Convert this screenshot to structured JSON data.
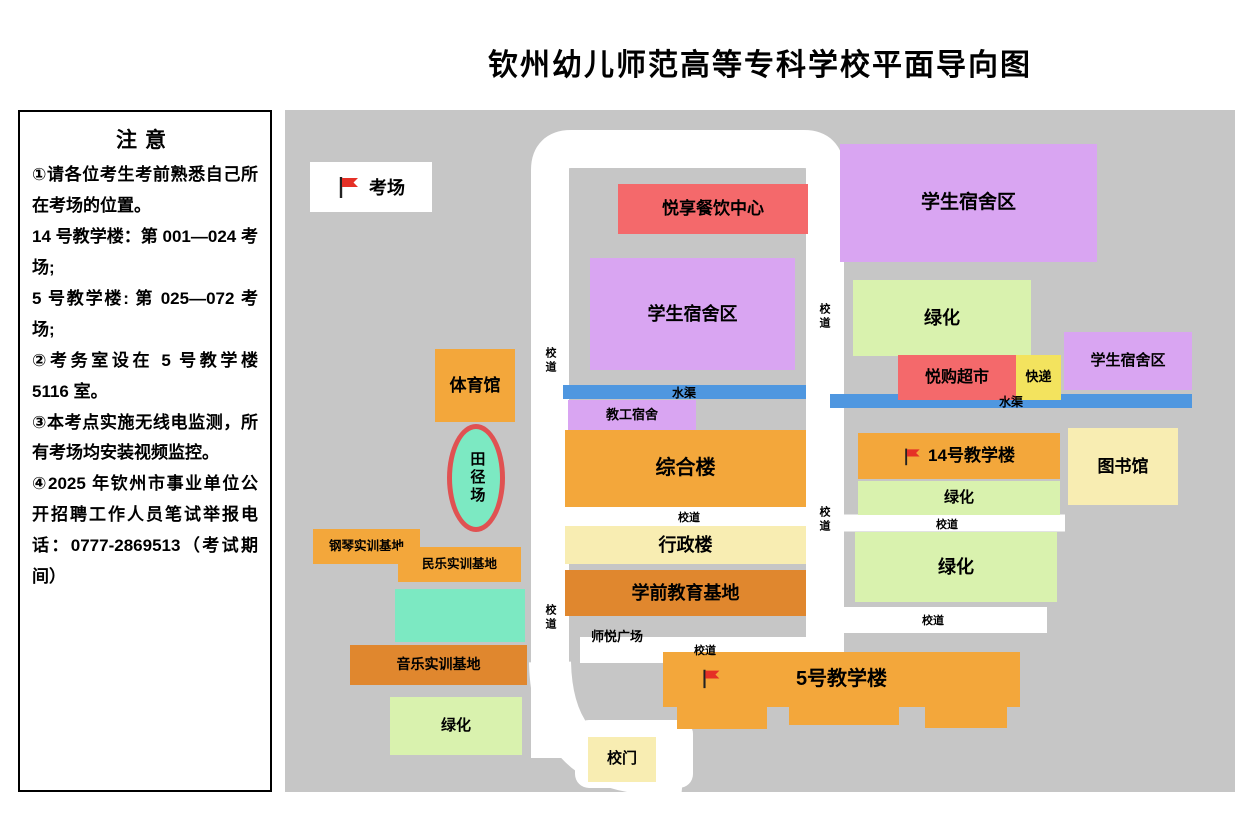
{
  "title": "钦州幼儿师范高等专科学校平面导向图",
  "notice": {
    "heading": "注意",
    "items": [
      "①请各位考生考前熟悉自己所在考场的位置。",
      "14 号教学楼：第 001—024 考场;",
      "5 号教学楼: 第 025—072 考场;",
      "②考务室设在 5 号教学楼 5116 室。",
      "③本考点实施无线电监测，所有考场均安装视频监控。",
      "④2025 年钦州市事业单位公开招聘工作人员笔试举报电话：0777-2869513（考试期间）"
    ]
  },
  "map": {
    "legend_flag_label": "考场",
    "road_label": "校道",
    "water_label": "水渠",
    "buildings": {
      "dining": "悦享餐饮中心",
      "student_dorm": "学生宿舍区",
      "green": "绿化",
      "supermarket": "悦购超市",
      "express": "快递",
      "staff_dorm": "教工宿舍",
      "gym": "体育馆",
      "track": "田径场",
      "complex": "综合楼",
      "teaching14": "14号教学楼",
      "library": "图书馆",
      "admin": "行政楼",
      "preschool_base": "学前教育基地",
      "piano_base": "钢琴实训基地",
      "folk_base": "民乐实训基地",
      "music_base": "音乐实训基地",
      "teaching5": "5号教学楼",
      "gate": "校门",
      "plaza": "师悦广场"
    }
  },
  "colors": {
    "map-bg": "#c6c6c6",
    "road": "#ffffff",
    "water": "#4f97e0",
    "purple": "#d9a5f2",
    "salmon": "#f4696b",
    "orange": "#f3a73b",
    "dark-orange": "#e0872e",
    "green": "#d9f2ae",
    "cream": "#f8edb2",
    "yellow": "#f3e35e",
    "teal": "#7ce9c2",
    "flag-red": "#e53026",
    "track-border": "#e05252",
    "dot-red": "#e05252"
  }
}
